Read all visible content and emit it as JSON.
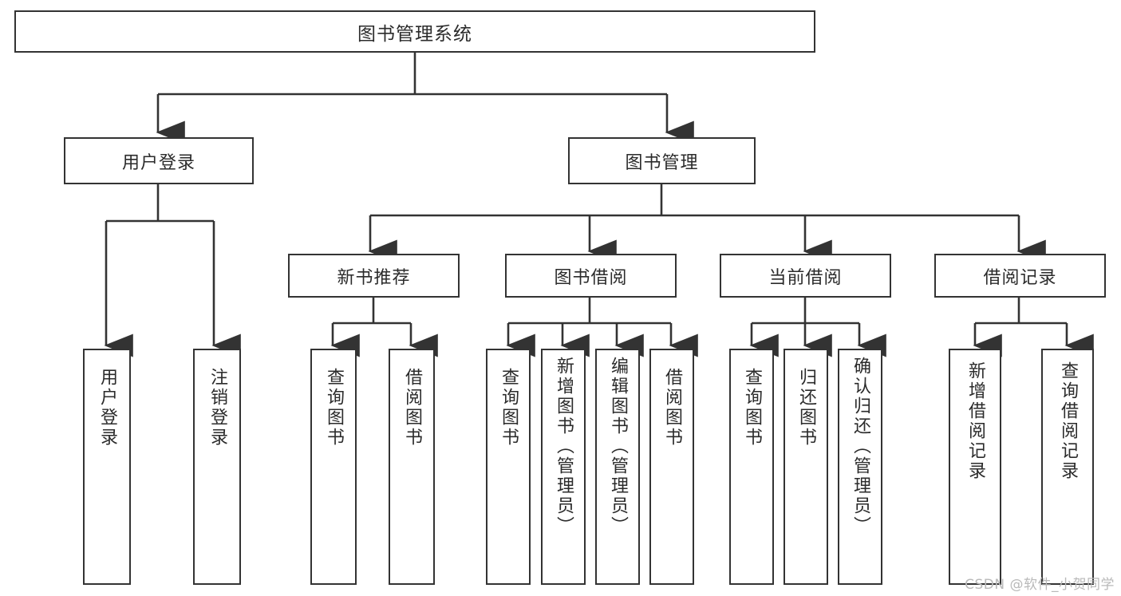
{
  "diagram": {
    "type": "tree",
    "title": "图书管理系统",
    "watermark": "CSDN @软件_小贺同学",
    "colors": {
      "stroke": "#333333",
      "fill": "#ffffff",
      "text": "#2b2b2b",
      "watermark": "#b9b9b9"
    },
    "nodes": {
      "root": "图书管理系统",
      "level2": [
        "用户登录",
        "图书管理"
      ],
      "level3": [
        "新书推荐",
        "图书借阅",
        "当前借阅",
        "借阅记录"
      ],
      "leaves_user_login": [
        "用户登录",
        "注销登录"
      ],
      "leaves_new_book": [
        "查询图书",
        "借阅图书"
      ],
      "leaves_borrow": [
        "查询图书",
        "新增图书（管理员）",
        "编辑图书（管理员）",
        "借阅图书"
      ],
      "leaves_current": [
        "查询图书",
        "归还图书",
        "确认归还（管理员）"
      ],
      "leaves_records": [
        "新增借阅记录",
        "查询借阅记录"
      ]
    }
  }
}
